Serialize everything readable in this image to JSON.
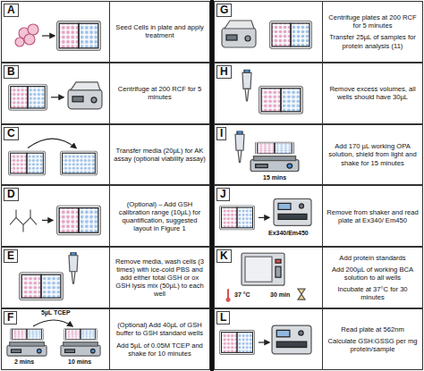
{
  "diagram": {
    "nodes": [
      {
        "text": [
          "A",
          "Seed Cells in plate and apply treatment"
        ]
      },
      {
        "text": [
          "B",
          "Centrifuge at 200 RCF for 5 minutes"
        ]
      },
      {
        "text": [
          "C",
          "Transfer media (20µL) for AK assay (optional viability assay)"
        ]
      },
      {
        "text": [
          "D",
          "(Optional) – Add GSH calibration range (10µL) for quantification, suggested layout in Figure 1"
        ]
      },
      {
        "text": [
          "E",
          "Remove media, wash cells (3 times) with ice-cold PBS and add either total GSH or ox GSH lysis mix (50µL) to each well"
        ]
      },
      {
        "text": [
          "F",
          "(Optional) Add 40µL of GSH buffer to GSH standard wells",
          "Add 5µL of 0.05M TCEP and shake for 10 minutes"
        ]
      },
      {
        "text": [
          "G",
          "Centrifuge plates at 200 RCF for 5 minutes",
          "Transfer 25µL of samples for protein analysis (11)"
        ]
      },
      {
        "text": [
          "H",
          "Remove excess volumes, all wells should have 30µL"
        ]
      },
      {
        "text": [
          "I",
          "Add 170 µL working OPA solution, shield from light and shake for 15 minutes"
        ]
      },
      {
        "text": [
          "J",
          "Remove from shaker and read plate at Ex340/ Em450"
        ]
      },
      {
        "text": [
          "K",
          "Add protein standards",
          "Add 200µL of working BCA solution to all wells",
          "Incubate at 37°C for 30 minutes"
        ]
      },
      {
        "text": [
          "L",
          "Read plate at 562nm",
          "Calculate GSH:GSSG per mg protein/sample"
        ]
      }
    ],
    "labels": [
      "5µL TCEP",
      "2 mins",
      "10 mins",
      "15 mins",
      "Ex340/Em450",
      "37 °C",
      "30 min"
    ]
  }
}
